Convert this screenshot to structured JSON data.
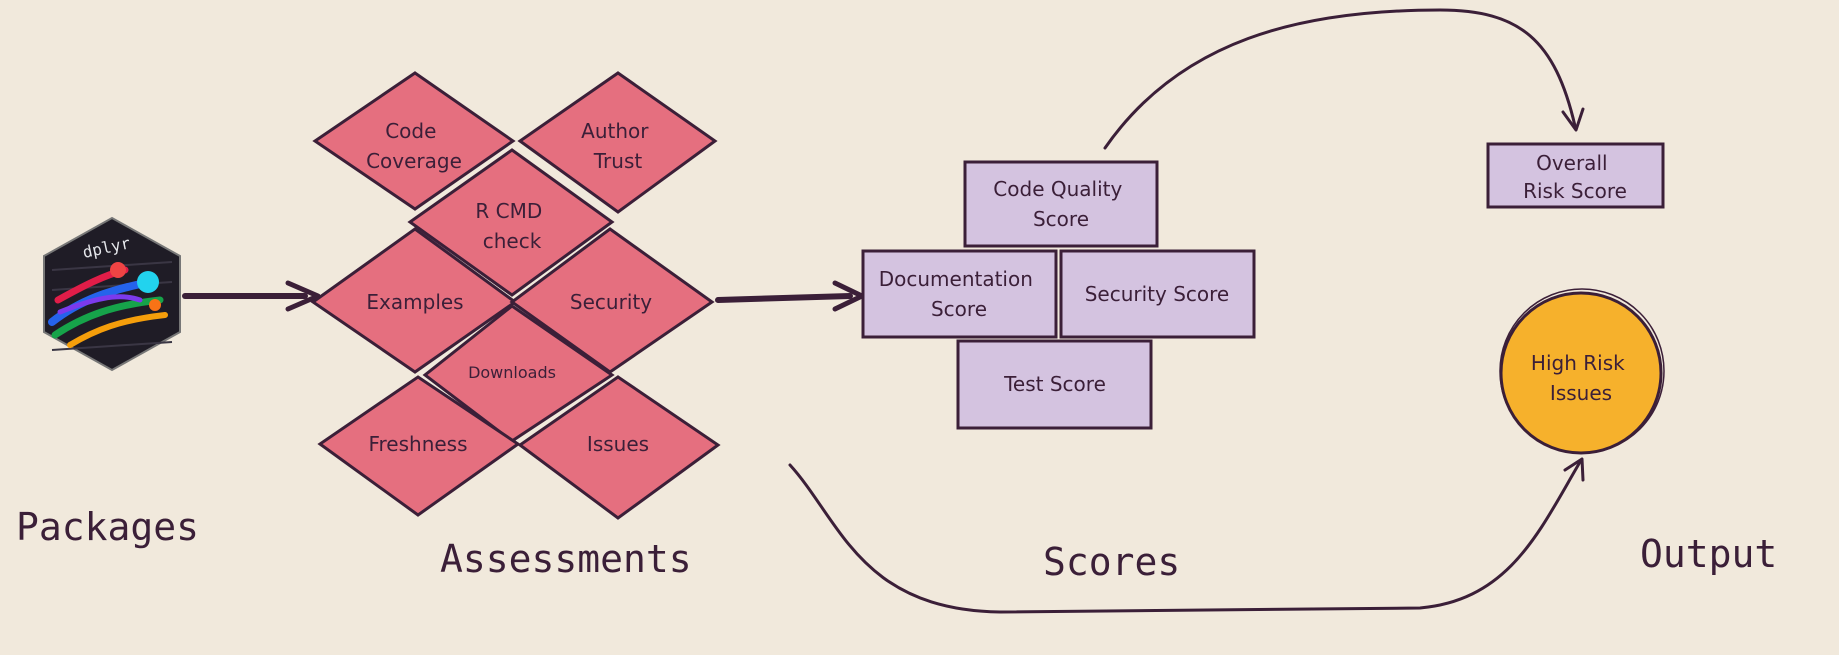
{
  "sections": {
    "packages": "Packages",
    "assessments": "Assessments",
    "scores": "Scores",
    "output": "Output"
  },
  "package_logo": {
    "text": "dplyr"
  },
  "assessments": {
    "code_coverage": [
      "Code",
      "Coverage"
    ],
    "author_trust": [
      "Author",
      "Trust"
    ],
    "r_cmd_check": [
      "R CMD",
      "check"
    ],
    "examples": "Examples",
    "security": "Security",
    "downloads": "Downloads",
    "freshness": "Freshness",
    "issues": "Issues"
  },
  "scores": {
    "code_quality": [
      "Code Quality",
      "Score"
    ],
    "documentation": [
      "Documentation",
      "Score"
    ],
    "security": "Security Score",
    "test": "Test Score"
  },
  "outputs": {
    "overall_risk": [
      "Overall",
      "Risk Score"
    ],
    "high_risk": [
      "High Risk",
      "Issues"
    ]
  },
  "colors": {
    "background": "#f1e9dc",
    "assessment_fill": "#e56f7f",
    "score_fill": "#d4c3e0",
    "high_risk_fill": "#f6b12c",
    "ink": "#3b1f38"
  }
}
